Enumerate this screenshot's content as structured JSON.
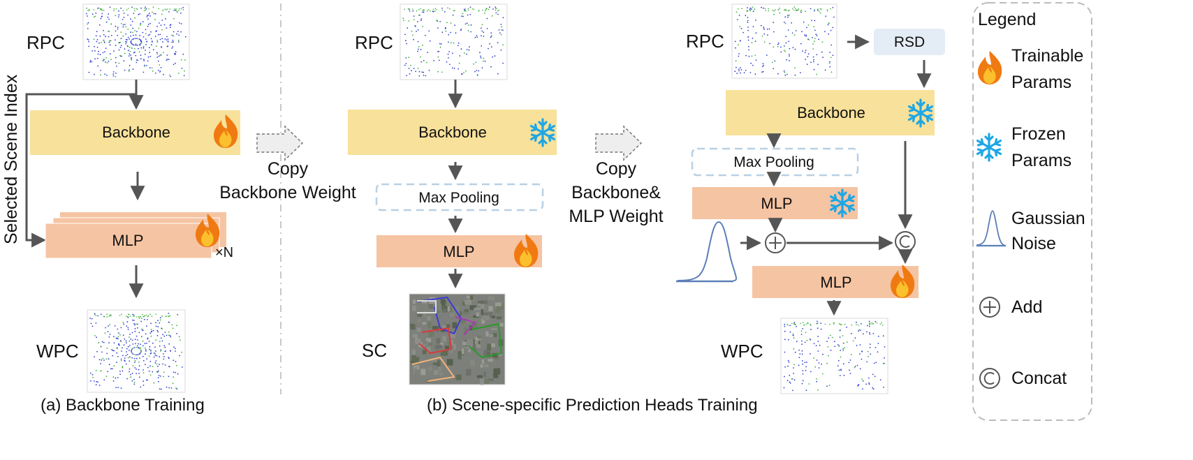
{
  "labels": {
    "rpc": "RPC",
    "wpc": "WPC",
    "sc": "SC",
    "rsd": "RSD",
    "backbone": "Backbone",
    "mlp": "MLP",
    "max_pooling": "Max Pooling",
    "times_n": "×N",
    "selected_scene_index": "Selected Scene Index"
  },
  "copy_backbone_weight": [
    "Copy",
    "Backbone Weight"
  ],
  "copy_backbone_mlp_weight": [
    "Copy",
    "Backbone&",
    "MLP Weight"
  ],
  "captions": {
    "a": "(a) Backbone Training",
    "b": "(b) Scene-specific Prediction Heads Training"
  },
  "legend": {
    "title": "Legend",
    "trainable": [
      "Trainable",
      "Params"
    ],
    "frozen": [
      "Frozen",
      "Params"
    ],
    "gaussian": [
      "Gaussian",
      "Noise"
    ],
    "add": "Add",
    "concat": "Concat"
  },
  "colors": {
    "backbone_fill": "#f8e19a",
    "mlp_fill": "#f5c4a3",
    "rsd_fill": "#e4edf5",
    "dashed_border": "#b8d0e4",
    "arrow": "#555555",
    "point_blue": "#2f3fcf",
    "point_green": "#3fae3a",
    "gaussian_line": "#5b7fb8",
    "fire_outer": "#f07a12",
    "fire_inner": "#fbc02d",
    "snow": "#1ea7e4"
  }
}
